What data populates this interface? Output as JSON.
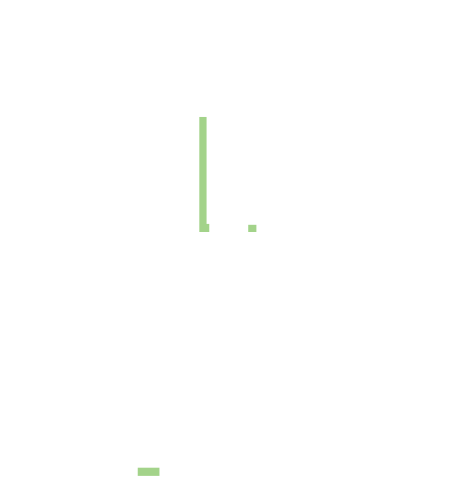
{
  "colors": {
    "background": "#ffffff",
    "blocks": "#a3d38a"
  },
  "playfield": {
    "objects": [
      {
        "name": "vertical-bar"
      },
      {
        "name": "bar-foot"
      },
      {
        "name": "small-square"
      },
      {
        "name": "paddle"
      }
    ]
  }
}
